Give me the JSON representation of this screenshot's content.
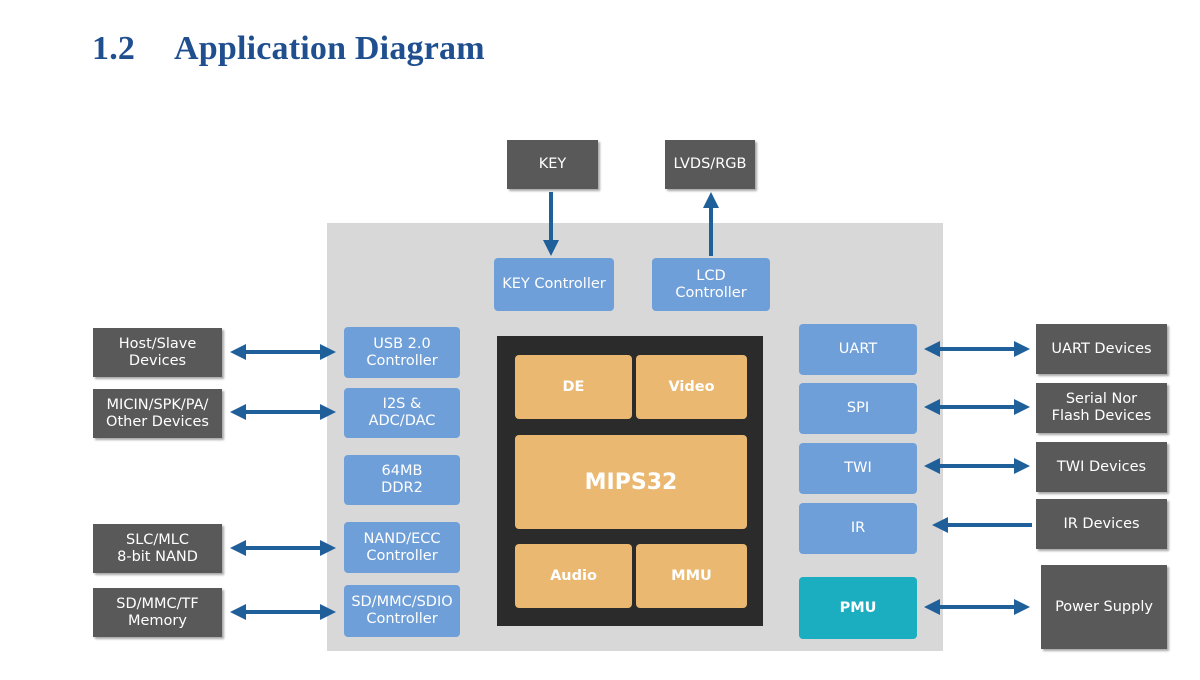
{
  "header": {
    "number": "1.2",
    "title": "Application Diagram"
  },
  "diagram": {
    "top": {
      "key": "KEY",
      "lvds": "LVDS/RGB"
    },
    "chip": {
      "key_controller": "KEY Controller",
      "lcd_controller": "LCD\nController",
      "left": {
        "usb": "USB 2.0\nController",
        "i2s": "I2S &\nADC/DAC",
        "ddr": "64MB\nDDR2",
        "nand": "NAND/ECC\nController",
        "sd": "SD/MMC/SDIO\nController"
      },
      "right": {
        "uart": "UART",
        "spi": "SPI",
        "twi": "TWI",
        "ir": "IR",
        "pmu": "PMU"
      },
      "core": {
        "de": "DE",
        "video": "Video",
        "cpu": "MIPS32",
        "audio": "Audio",
        "mmu": "MMU"
      }
    },
    "external_left": {
      "host": "Host/Slave\nDevices",
      "mic": "MICIN/SPK/PA/\nOther Devices",
      "nand": "SLC/MLC\n8-bit NAND",
      "sd": "SD/MMC/TF\nMemory"
    },
    "external_right": {
      "uart": "UART Devices",
      "spi": "Serial Nor\nFlash Devices",
      "twi": "TWI Devices",
      "ir": "IR Devices",
      "power": "Power Supply"
    },
    "colors": {
      "blue": "#6f9fd8",
      "dark": "#595959",
      "teal": "#1aaec0",
      "orange": "#eab871",
      "arrow": "#1f5f9a"
    }
  }
}
